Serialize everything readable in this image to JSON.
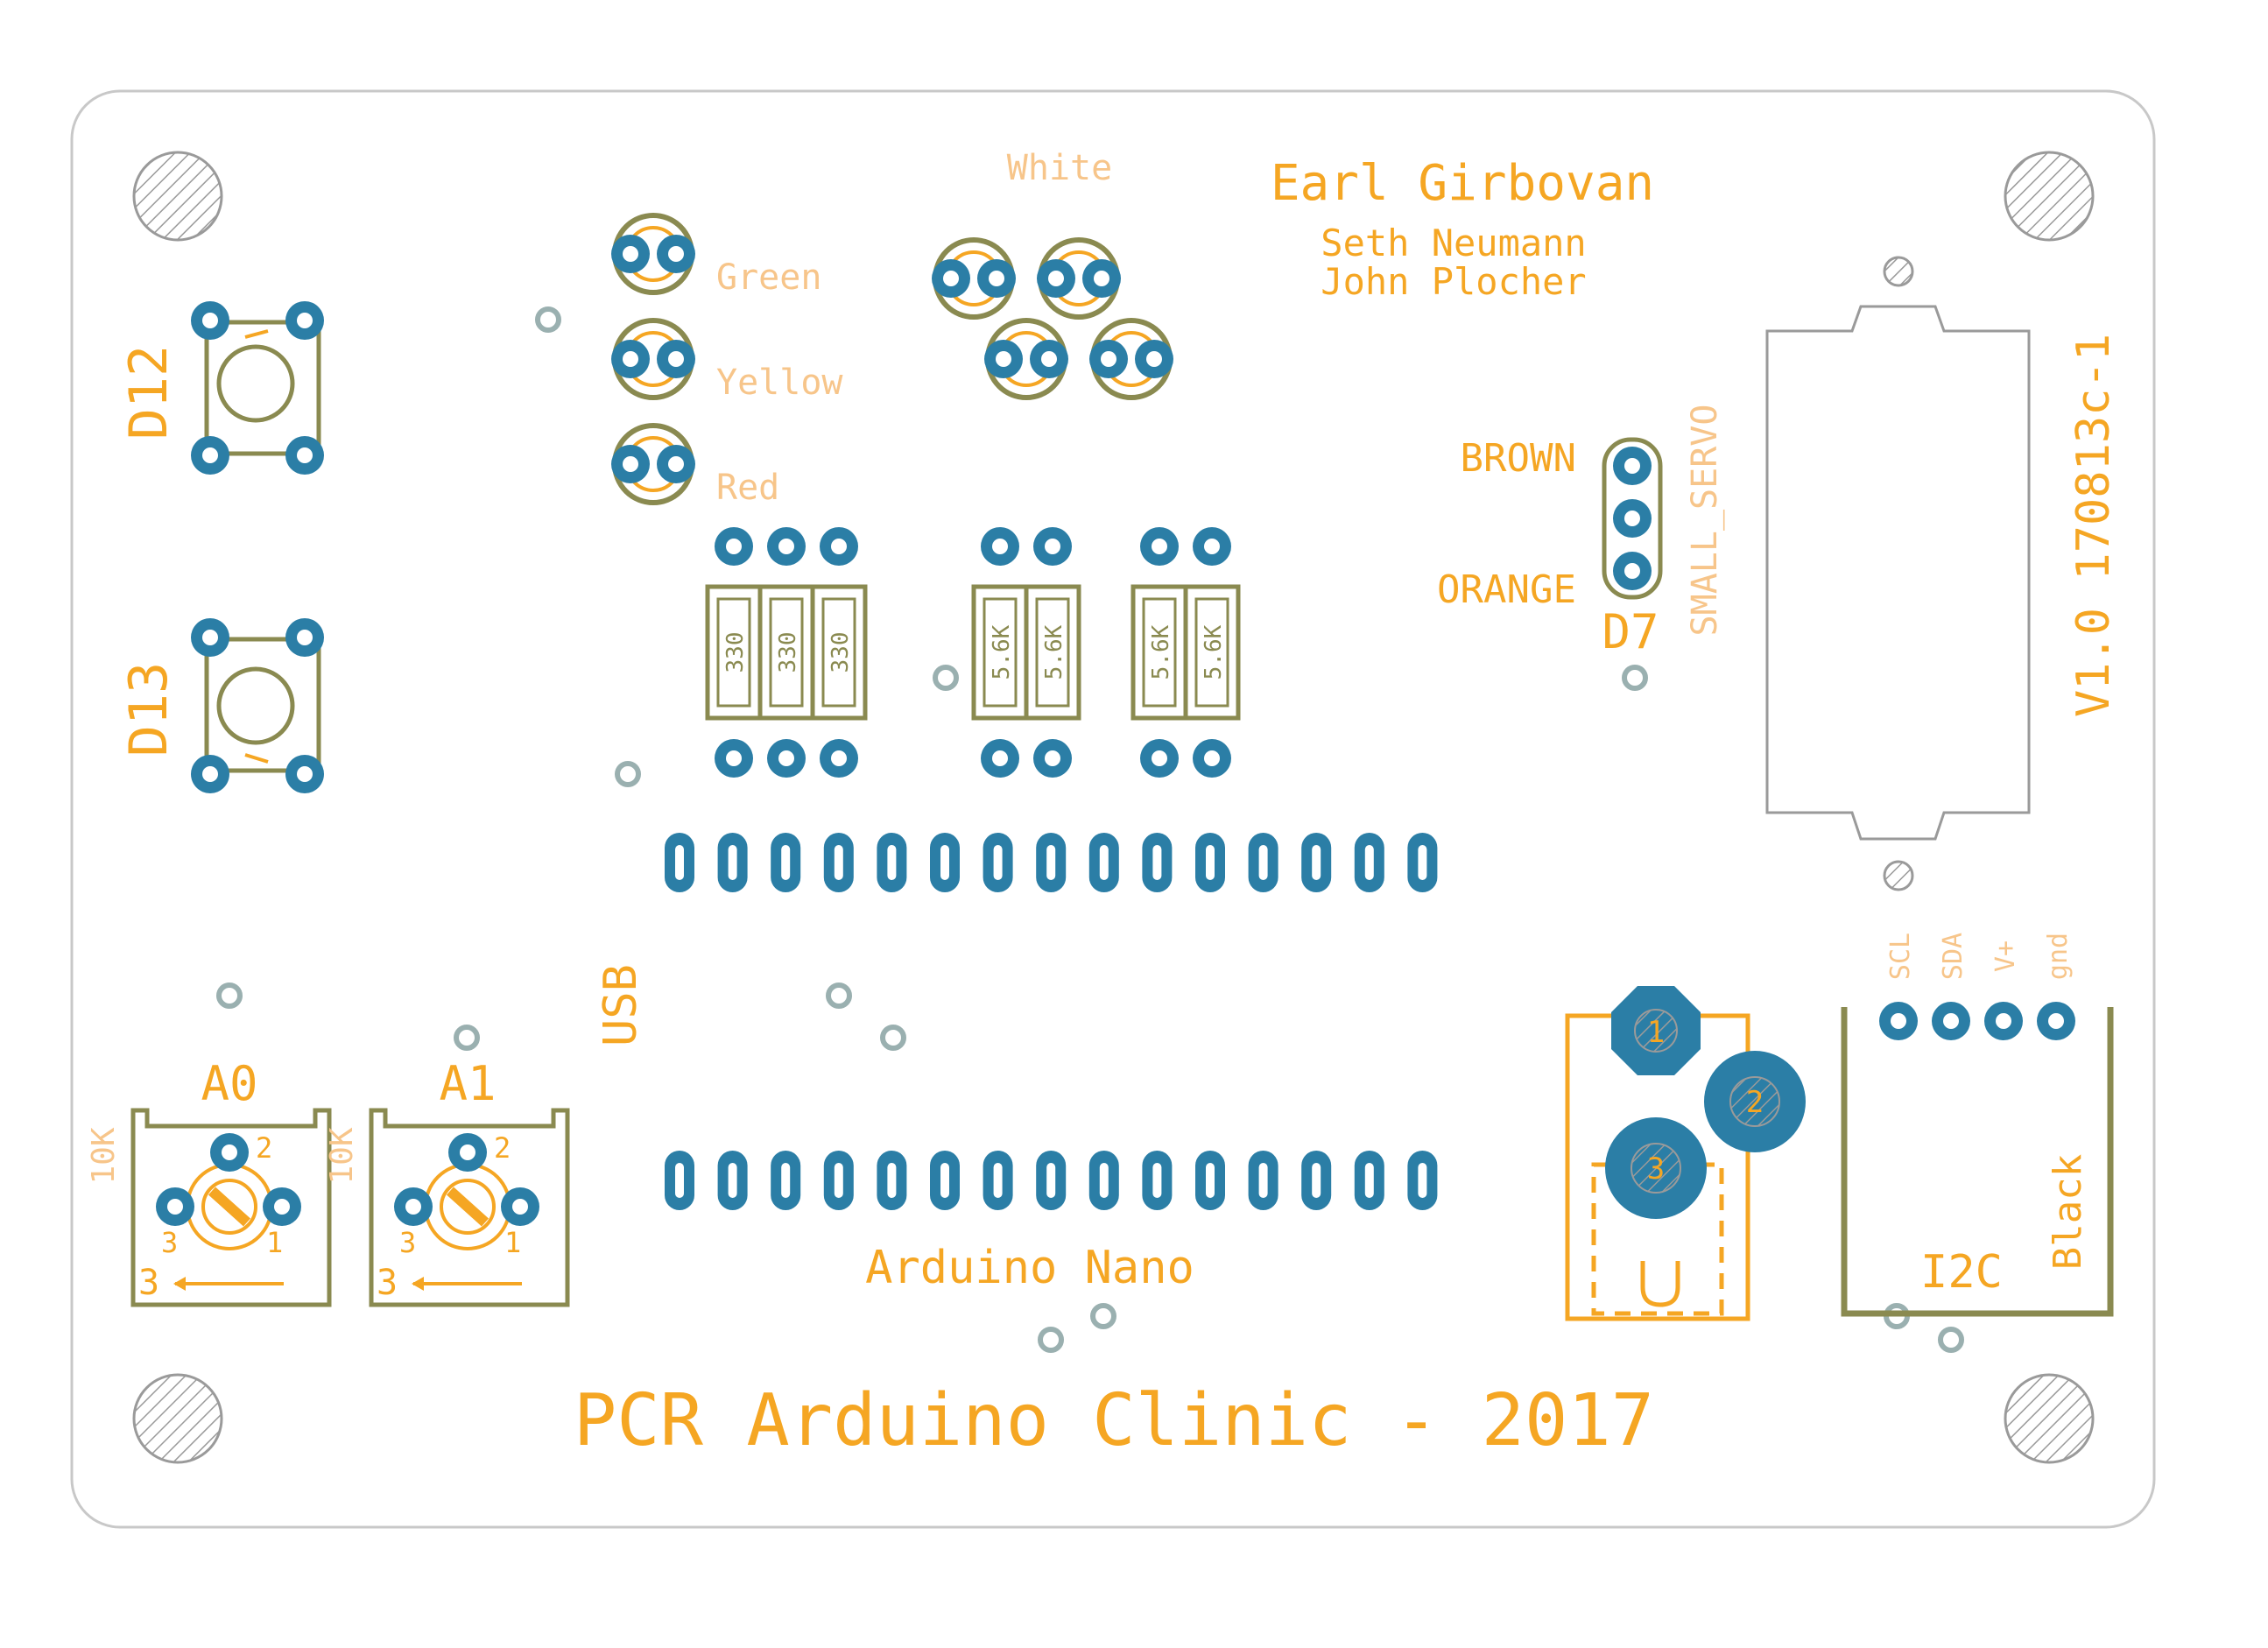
{
  "board": {
    "title": "PCR Arduino Clinic - 2017",
    "authors": [
      "Earl Girbovan",
      "Seth Neumann",
      "John Plocher"
    ],
    "version": "V1.0 170813c-1"
  },
  "buttons": [
    {
      "label": "D12"
    },
    {
      "label": "D13"
    }
  ],
  "leds": {
    "green": "Green",
    "yellow": "Yellow",
    "red": "Red",
    "white": "White"
  },
  "resistors": {
    "group1": [
      "330",
      "330",
      "330"
    ],
    "group2": [
      "5.6K",
      "5.6K"
    ],
    "group3": [
      "5.6K",
      "5.6K"
    ]
  },
  "servo": {
    "brown": "BROWN",
    "orange": "ORANGE",
    "pin": "D7",
    "part": "SMALL_SERVO"
  },
  "pots": [
    {
      "name": "A0",
      "value": "10K",
      "pin_labels": [
        "2",
        "3",
        "1",
        "3"
      ]
    },
    {
      "name": "A1",
      "value": "10K",
      "pin_labels": [
        "2",
        "3",
        "1",
        "3"
      ]
    }
  ],
  "nano": {
    "label": "Arduino Nano",
    "usb": "USB"
  },
  "regulator": {
    "pins": [
      "1",
      "2",
      "3"
    ]
  },
  "i2c": {
    "label": "I2C",
    "color": "Black",
    "pins": [
      "SCL",
      "SDA",
      "V+",
      "gnd"
    ]
  },
  "colors": {
    "silk": "#f5a623",
    "silk_light": "#f7c58a",
    "pad": "#2b7ea6",
    "outline": "#8a8a50",
    "hatch": "#9a9a9a"
  }
}
